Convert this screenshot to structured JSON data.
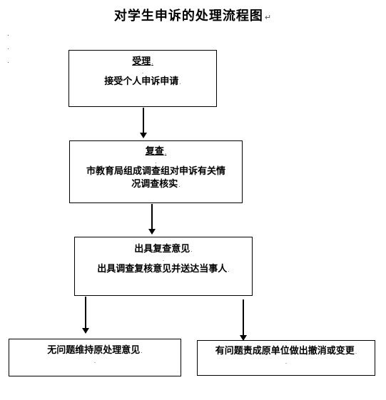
{
  "title": "对学生申诉的处理流程图",
  "marks": {
    "return": "↵",
    "para": "."
  },
  "boxes": {
    "accept": {
      "heading": "受理",
      "body": "接受个人申诉申请"
    },
    "review": {
      "heading": "复查",
      "body_line1": "市教育局组成调查组对申诉有关情",
      "body_line2": "况调查核实"
    },
    "opinion": {
      "heading": "出具复查意见",
      "body": "出具调查复核意见并送达当事人"
    },
    "no_issue": {
      "body": "无问题维持原处理意见"
    },
    "has_issue": {
      "body": "有问题责成原单位做出撤消或变更"
    }
  }
}
